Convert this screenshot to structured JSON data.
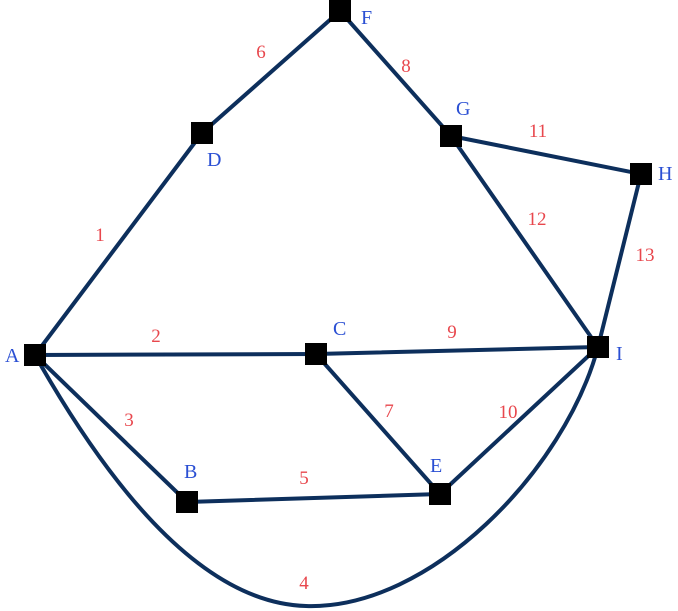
{
  "colors": {
    "edge": "#0d2f5c",
    "node": "#000000",
    "node_label": "#2a4fd3",
    "edge_label": "#e8474d"
  },
  "nodes": {
    "A": "A",
    "B": "B",
    "C": "C",
    "D": "D",
    "E": "E",
    "F": "F",
    "G": "G",
    "H": "H",
    "I": "I"
  },
  "edges": [
    {
      "id": "1",
      "from": "A",
      "to": "D",
      "label": "1"
    },
    {
      "id": "2",
      "from": "A",
      "to": "C",
      "label": "2"
    },
    {
      "id": "3",
      "from": "A",
      "to": "B",
      "label": "3"
    },
    {
      "id": "4",
      "from": "A",
      "to": "I",
      "label": "4"
    },
    {
      "id": "5",
      "from": "B",
      "to": "E",
      "label": "5"
    },
    {
      "id": "6",
      "from": "D",
      "to": "F",
      "label": "6"
    },
    {
      "id": "7",
      "from": "C",
      "to": "E",
      "label": "7"
    },
    {
      "id": "8",
      "from": "F",
      "to": "G",
      "label": "8"
    },
    {
      "id": "9",
      "from": "C",
      "to": "I",
      "label": "9"
    },
    {
      "id": "10",
      "from": "E",
      "to": "I",
      "label": "10"
    },
    {
      "id": "11",
      "from": "G",
      "to": "H",
      "label": "11"
    },
    {
      "id": "12",
      "from": "G",
      "to": "I",
      "label": "12"
    },
    {
      "id": "13",
      "from": "H",
      "to": "I",
      "label": "13"
    }
  ]
}
